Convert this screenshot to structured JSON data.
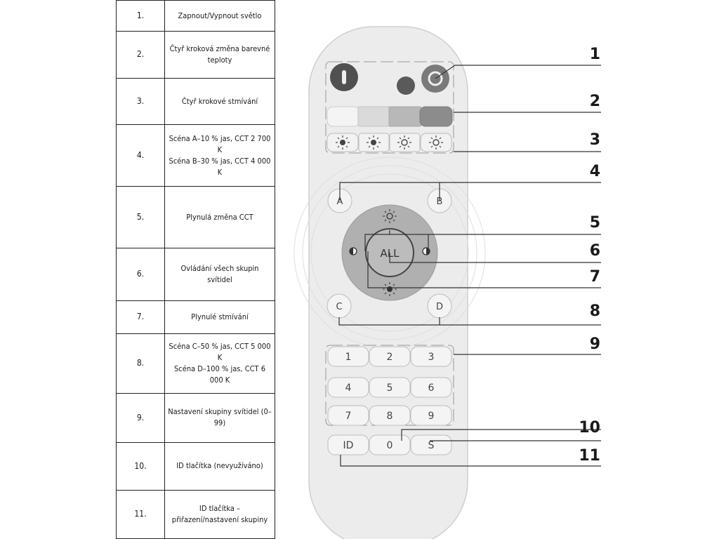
{
  "legend": [
    {
      "num": "1.",
      "text": "Zapnout/Vypnout světlo"
    },
    {
      "num": "2.",
      "text": "Čtyř kroková změna barevné teploty"
    },
    {
      "num": "3.",
      "text": "Čtyř krokové stmívání"
    },
    {
      "num": "4.",
      "text": "Scéna A–10 % jas, CCT 2 700 K\nScéna B–30 % jas, CCT 4 000 K"
    },
    {
      "num": "5.",
      "text": "Plynulá změna CCT"
    },
    {
      "num": "6.",
      "text": "Ovládání všech skupin svítidel"
    },
    {
      "num": "7.",
      "text": "Plynulé stmívání"
    },
    {
      "num": "8.",
      "text": "Scéna C–50 % jas, CCT 5 000 K\nScéna D–100 % jas, CCT 6 000 K"
    },
    {
      "num": "9.",
      "text": "Nastavení skupiny svítidel (0–99)"
    },
    {
      "num": "10.",
      "text": "ID tlačítka (nevyužíváno)"
    },
    {
      "num": "11.",
      "text": "ID tlačítka – přiřazení/nastavení skupiny"
    }
  ],
  "remote": {
    "scene_buttons": [
      "A",
      "B",
      "C",
      "D"
    ],
    "center_label": "ALL",
    "keypad": [
      "1",
      "2",
      "3",
      "4",
      "5",
      "6",
      "7",
      "8",
      "9"
    ],
    "bottom_row": [
      "ID",
      "0",
      "S"
    ]
  },
  "callouts": [
    "1",
    "2",
    "3",
    "4",
    "5",
    "6",
    "7",
    "8",
    "9",
    "10",
    "11"
  ],
  "colors": {
    "remote_body": "#ececec",
    "ct_swatches": [
      "#f4f4f4",
      "#dadada",
      "#b8b8b8",
      "#8c8c8c"
    ],
    "dial": "#b0b0b0",
    "on_off_button": "#505050",
    "power_indicator": "#5a5a5a"
  }
}
